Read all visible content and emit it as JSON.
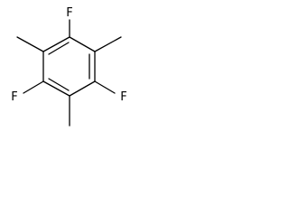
{
  "molecule": {
    "atoms": {
      "f_top": "F",
      "f_left": "F",
      "f_right": "F"
    },
    "colors": {
      "bond": "#000000",
      "label": "#000000",
      "background": "#ffffff"
    }
  }
}
